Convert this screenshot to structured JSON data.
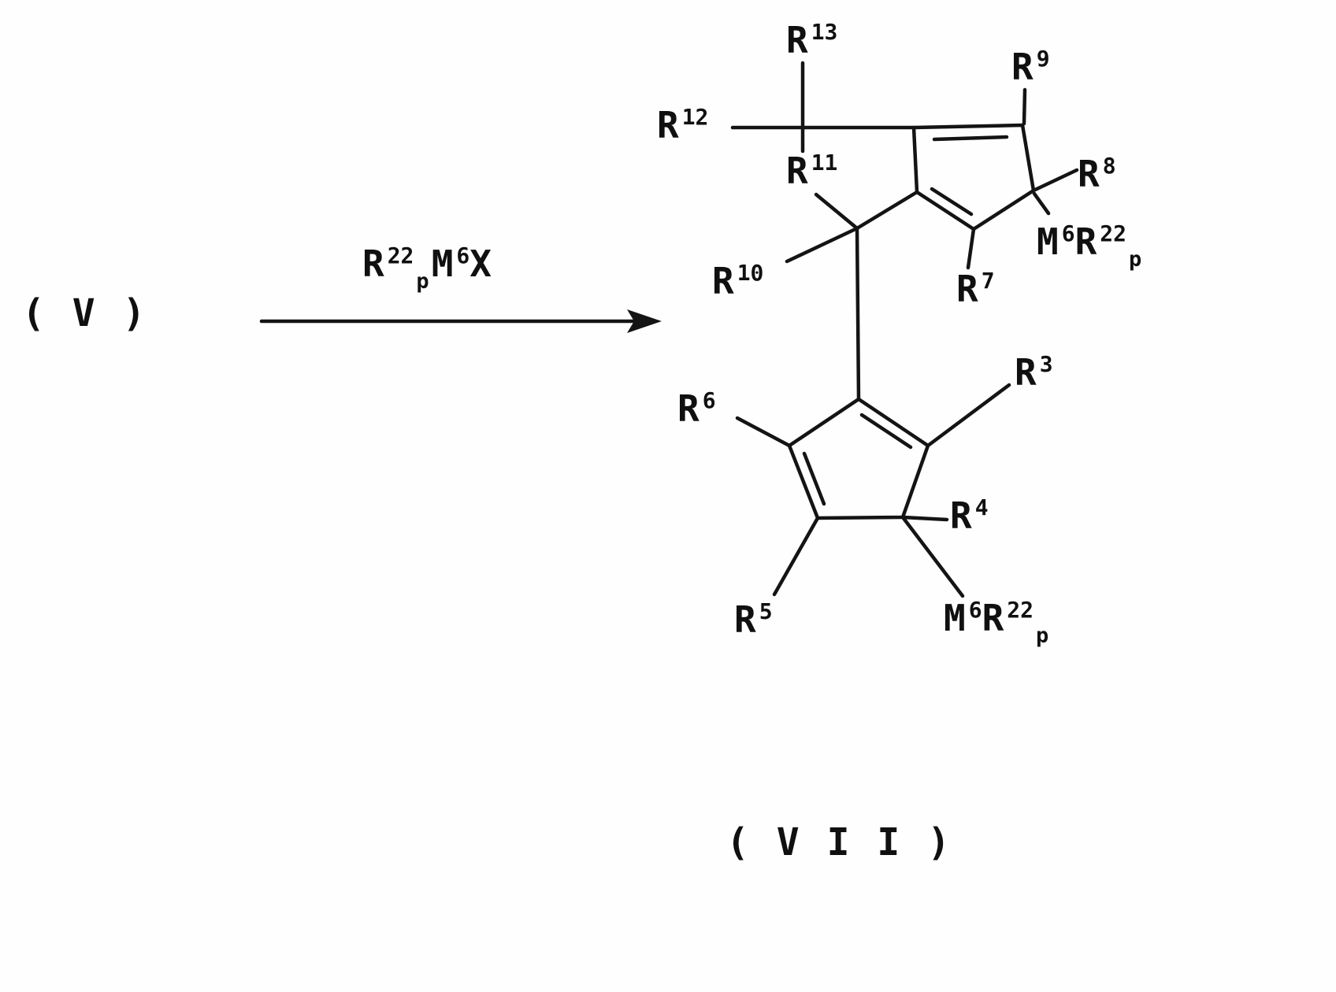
{
  "figure": {
    "reactant_label": "( V )",
    "product_label": "( V I I )"
  },
  "reagent": {
    "r": "R",
    "r_sup": "22",
    "p_sub": "p",
    "m": "M",
    "m_sup": "6",
    "x": "X"
  },
  "labels": {
    "r13": {
      "base": "R",
      "sup": "13"
    },
    "r12": {
      "base": "R",
      "sup": "12"
    },
    "r11": {
      "base": "R",
      "sup": "11"
    },
    "r10": {
      "base": "R",
      "sup": "10"
    },
    "r9": {
      "base": "R",
      "sup": "9"
    },
    "r8": {
      "base": "R",
      "sup": "8"
    },
    "r7": {
      "base": "R",
      "sup": "7"
    },
    "r6": {
      "base": "R",
      "sup": "6"
    },
    "r5": {
      "base": "R",
      "sup": "5"
    },
    "r4": {
      "base": "R",
      "sup": "4"
    },
    "r3": {
      "base": "R",
      "sup": "3"
    },
    "m_upper": {
      "m": "M",
      "m_sup": "6",
      "r": "R",
      "r_sup": "22",
      "p_sub": "p"
    },
    "m_lower": {
      "m": "M",
      "m_sup": "6",
      "r": "R",
      "r_sup": "22",
      "p_sub": "p"
    }
  }
}
